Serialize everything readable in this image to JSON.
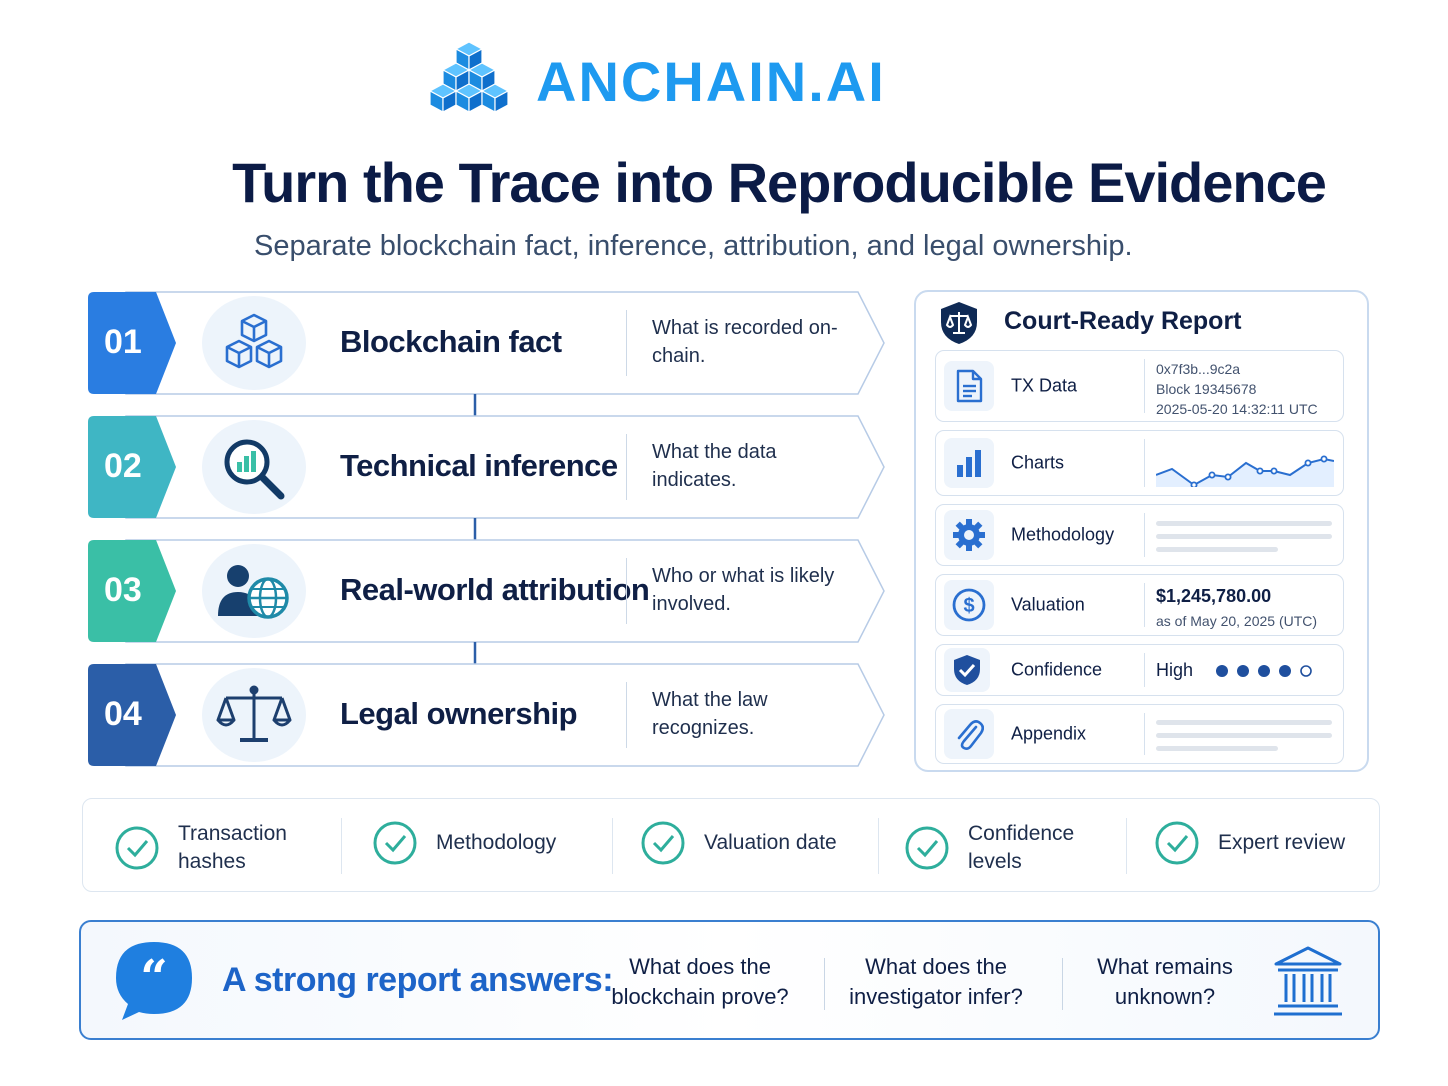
{
  "brand": {
    "name": "ANCHAIN.AI",
    "logo_icon": "stacked-cubes-logo-icon",
    "color": "#1e9af0"
  },
  "title": "Turn the Trace into Reproducible Evidence",
  "subtitle": "Separate blockchain fact, inference, attribution, and legal ownership.",
  "steps": [
    {
      "num": "01",
      "label": "Blockchain fact",
      "desc": "What is recorded on-chain.",
      "icon": "cubes-icon",
      "color": "#2a7de1"
    },
    {
      "num": "02",
      "label": "Technical inference",
      "desc": "What the data indicates.",
      "icon": "magnifier-chart-icon",
      "color": "#3fb6c4"
    },
    {
      "num": "03",
      "label": "Real-world attribution",
      "desc": "Who or what is likely involved.",
      "icon": "person-globe-icon",
      "color": "#3abfa6"
    },
    {
      "num": "04",
      "label": "Legal ownership",
      "desc": "What the law recognizes.",
      "icon": "scales-icon",
      "color": "#2b5ea8"
    }
  ],
  "report": {
    "title": "Court-Ready Report",
    "rows": [
      {
        "label": "TX Data",
        "icon": "document-icon",
        "values": [
          "0x7f3b...9c2a",
          "Block 19345678",
          "2025-05-20 14:32:11 UTC"
        ]
      },
      {
        "label": "Charts",
        "icon": "bar-chart-icon"
      },
      {
        "label": "Methodology",
        "icon": "gear-icon"
      },
      {
        "label": "Valuation",
        "icon": "dollar-icon",
        "values": [
          "$1,245,780.00",
          "as of May 20, 2025 (UTC)"
        ]
      },
      {
        "label": "Confidence",
        "icon": "shield-check-icon",
        "values": [
          "High"
        ],
        "level": 4,
        "max": 5
      },
      {
        "label": "Appendix",
        "icon": "paperclip-icon"
      }
    ]
  },
  "checklist": [
    {
      "text": "Transaction hashes"
    },
    {
      "text": "Methodology"
    },
    {
      "text": "Valuation date"
    },
    {
      "text": "Confidence levels"
    },
    {
      "text": "Expert review"
    }
  ],
  "answers": {
    "label": "A strong report answers:",
    "questions": [
      "What does the blockchain prove?",
      "What does the investigator infer?",
      "What remains unknown?"
    ]
  }
}
